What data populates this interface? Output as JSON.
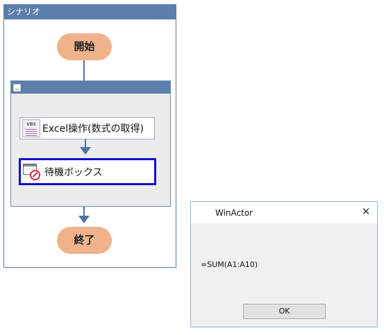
{
  "scenario": {
    "title": "シナリオ",
    "start_label": "開始",
    "end_label": "終了",
    "group": {
      "collapse_glyph": "_"
    },
    "actions": [
      {
        "label": "Excel操作(数式の取得)",
        "icon": "vbs-script-icon",
        "icon_text": "VBS"
      },
      {
        "label": "待機ボックス",
        "icon": "wait-box-icon"
      }
    ]
  },
  "dialog": {
    "title": "WinActor",
    "close_glyph": "✕",
    "message": "=SUM(A1:A10)",
    "ok_label": "OK"
  },
  "colors": {
    "header_blue": "#5b7faa",
    "pill_orange": "#f0b28a",
    "connector": "#4f75a0",
    "selected_border": "#1010c8"
  }
}
